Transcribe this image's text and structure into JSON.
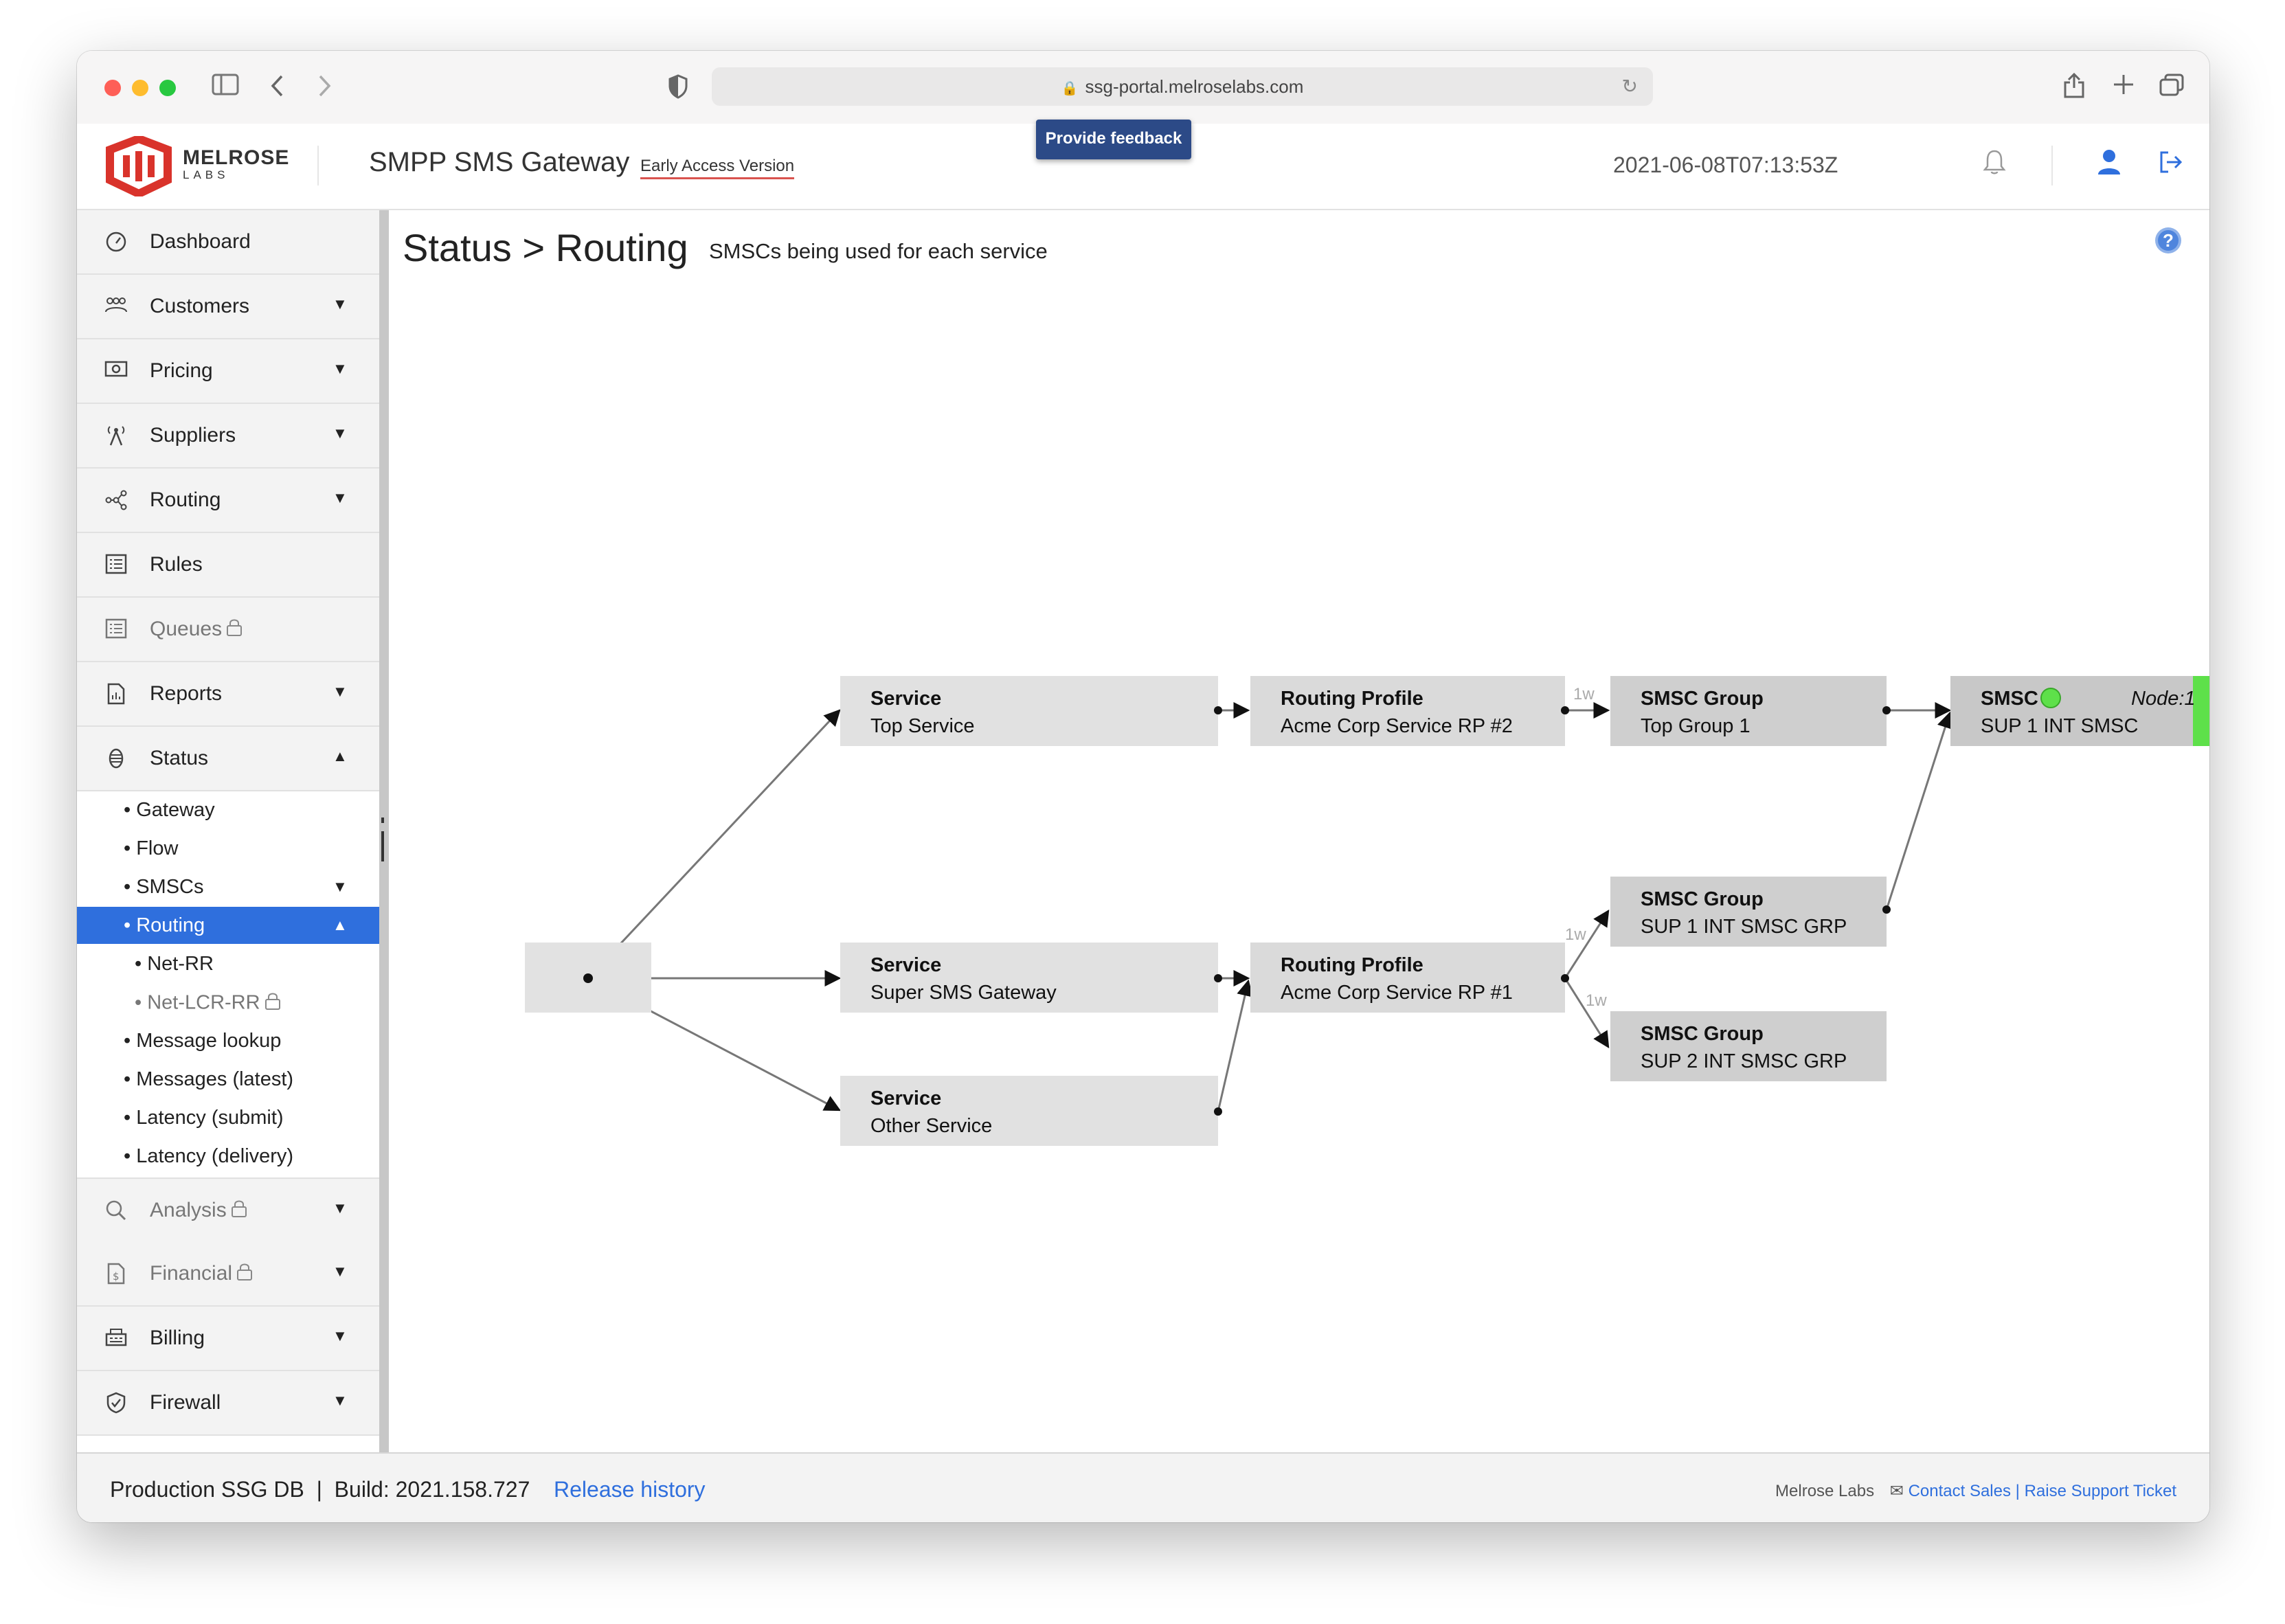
{
  "browser": {
    "url": "ssg-portal.melroselabs.com",
    "feedback_label": "Provide feedback"
  },
  "header": {
    "logo_name": "MELROSE",
    "logo_sub": "LABS",
    "app_title": "SMPP SMS Gateway",
    "badge": "Early Access Version",
    "timestamp": "2021-06-08T07:13:53Z"
  },
  "sidebar": {
    "items": [
      {
        "label": "Dashboard",
        "icon": "dashboard-icon"
      },
      {
        "label": "Customers",
        "icon": "customers-icon",
        "caret": "▼"
      },
      {
        "label": "Pricing",
        "icon": "pricing-icon",
        "caret": "▼"
      },
      {
        "label": "Suppliers",
        "icon": "suppliers-icon",
        "caret": "▼"
      },
      {
        "label": "Routing",
        "icon": "routing-icon",
        "caret": "▼"
      },
      {
        "label": "Rules",
        "icon": "rules-icon"
      },
      {
        "label": "Queues",
        "icon": "queues-icon",
        "locked": true
      },
      {
        "label": "Reports",
        "icon": "reports-icon",
        "caret": "▼"
      },
      {
        "label": "Status",
        "icon": "status-icon",
        "caret": "▲"
      }
    ],
    "status_sub": [
      {
        "label": "• Gateway"
      },
      {
        "label": "• Flow"
      },
      {
        "label": "• SMSCs",
        "caret": "▼"
      },
      {
        "label": "• Routing",
        "caret": "▲",
        "active": true
      },
      {
        "label": "• Net-RR"
      },
      {
        "label": "• Net-LCR-RR",
        "locked": true
      },
      {
        "label": "• Message lookup"
      },
      {
        "label": "• Messages (latest)"
      },
      {
        "label": "• Latency (submit)"
      },
      {
        "label": "• Latency (delivery)"
      }
    ],
    "bottom_items": [
      {
        "label": "Analysis",
        "icon": "analysis-icon",
        "caret": "▼",
        "locked": true
      },
      {
        "label": "Financial",
        "icon": "financial-icon",
        "caret": "▼",
        "locked": true
      },
      {
        "label": "Billing",
        "icon": "billing-icon",
        "caret": "▼"
      },
      {
        "label": "Firewall",
        "icon": "firewall-icon",
        "caret": "▼"
      }
    ]
  },
  "main": {
    "title": "Status > Routing",
    "subtitle": "SMSCs being used for each service"
  },
  "diagram": {
    "nodes": {
      "svc_top": {
        "title": "Service",
        "label": "Top Service"
      },
      "svc_super": {
        "title": "Service",
        "label": "Super SMS Gateway"
      },
      "svc_other": {
        "title": "Service",
        "label": "Other Service"
      },
      "rp2": {
        "title": "Routing Profile",
        "label": "Acme Corp Service RP #2"
      },
      "rp1": {
        "title": "Routing Profile",
        "label": "Acme Corp Service RP #1"
      },
      "grp_top": {
        "title": "SMSC Group",
        "label": "Top Group 1"
      },
      "grp_sup1": {
        "title": "SMSC Group",
        "label": "SUP 1 INT SMSC GRP"
      },
      "grp_sup2": {
        "title": "SMSC Group",
        "label": "SUP 2 INT SMSC GRP"
      },
      "smsc": {
        "title": "SMSC",
        "label": "SUP 1 INT SMSC",
        "node": "Node:1",
        "status_color": "#5ee04a"
      }
    },
    "weights": {
      "rp2_top": "1w",
      "rp1_sup1": "1w",
      "rp1_sup2": "1w"
    }
  },
  "footer": {
    "left": "Production SSG DB  |  Build: 2021.158.727",
    "release_link": "Release history",
    "company": "Melrose Labs",
    "contact": "Contact Sales",
    "divider": "|",
    "ticket": "Raise Support Ticket"
  },
  "colors": {
    "accent": "#2f6fdd",
    "status_ok": "#5ee04a",
    "feedback_bg": "#2c4a87"
  }
}
